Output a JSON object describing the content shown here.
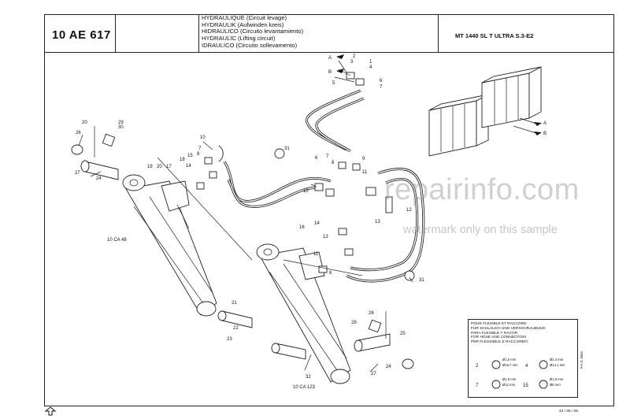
{
  "header": {
    "code": "10 AE 617",
    "titles": [
      "HYDRAULIQUE (Circuit levage)",
      "HYDRAULIK (Aufwinden kreis)",
      "HIDRAULICO (Circuito levantamiento)",
      "HYDRAULIC (Lifting circuit)",
      "IDRAULICO (Circuito sollevamento)"
    ],
    "model": "MT 1440 SL T ULTRA S.3-E2"
  },
  "watermark": {
    "brand": "repairinfo.com",
    "note": "watermark only on this sample"
  },
  "references": {
    "left_cylinder": "10 CA 48",
    "right_cylinder": "10 CA 123",
    "valve_port_a": "A",
    "valve_port_b": "B"
  },
  "note": {
    "lines": [
      "POUR FLEXIBLE ET RACCORD",
      "FUR SCHLAUCH UND VERSCHRAUBUNG",
      "PARA FLEXIBLE Y RACOR",
      "FOR HOSE AND CONNECTION",
      "PER FLESSIBILE E RACCORDO"
    ],
    "items": [
      {
        "num": "2",
        "d1": "Ø1,6 mm",
        "d2": "Ø18,7 mm"
      },
      {
        "num": "4",
        "d1": "Ø2,4 mm",
        "d2": "Ø14,1 mm"
      },
      {
        "num": "7",
        "d1": "Ø1,6 mm",
        "d2": "Ø12 mm"
      },
      {
        "num": "15",
        "d1": "Ø1,6 mm",
        "d2": "Ø8 mm"
      }
    ],
    "signature": "P.A.O. Blois"
  },
  "footer": {
    "date": "23 / 06 / 06"
  },
  "callouts": [
    {
      "n": "20"
    },
    {
      "n": "26"
    },
    {
      "n": "29"
    },
    {
      "n": "30"
    },
    {
      "n": "27"
    },
    {
      "n": "24"
    },
    {
      "n": "19"
    },
    {
      "n": "20"
    },
    {
      "n": "17"
    },
    {
      "n": "18"
    },
    {
      "n": "15"
    },
    {
      "n": "14"
    },
    {
      "n": "10"
    },
    {
      "n": "7"
    },
    {
      "n": "8"
    },
    {
      "n": "31"
    },
    {
      "n": "2"
    },
    {
      "n": "3"
    },
    {
      "n": "1"
    },
    {
      "n": "4"
    },
    {
      "n": "5"
    },
    {
      "n": "6"
    },
    {
      "n": "7"
    },
    {
      "n": "7"
    },
    {
      "n": "8"
    },
    {
      "n": "6"
    },
    {
      "n": "9"
    },
    {
      "n": "10"
    },
    {
      "n": "11"
    },
    {
      "n": "12"
    },
    {
      "n": "13"
    },
    {
      "n": "16"
    },
    {
      "n": "14"
    },
    {
      "n": "13"
    },
    {
      "n": "11"
    },
    {
      "n": "6"
    },
    {
      "n": "21"
    },
    {
      "n": "22"
    },
    {
      "n": "23"
    },
    {
      "n": "31"
    },
    {
      "n": "28"
    },
    {
      "n": "26"
    },
    {
      "n": "25"
    },
    {
      "n": "32"
    },
    {
      "n": "27"
    },
    {
      "n": "24"
    }
  ]
}
